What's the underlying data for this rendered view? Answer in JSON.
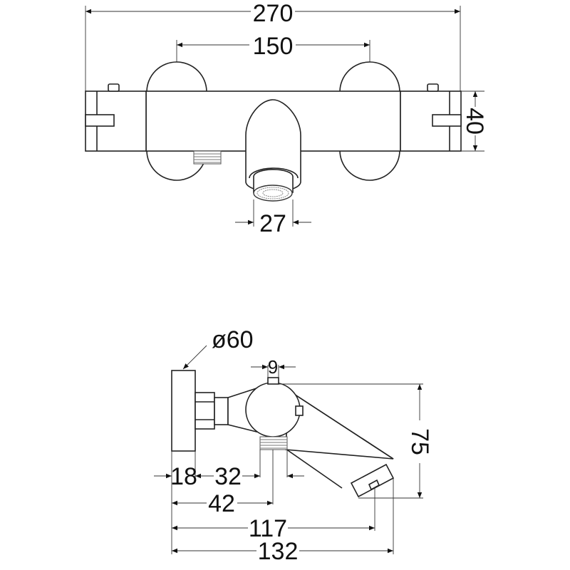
{
  "top_view": {
    "dimensions": {
      "overall_width": "270",
      "handle_spacing": "150",
      "height": "40",
      "outlet_diameter": "27"
    }
  },
  "side_view": {
    "dimensions": {
      "wall_plate_diameter": "ø60",
      "cap_width": "9",
      "height": "75",
      "plate_depth": "18",
      "neck_length": "32",
      "outlet_offset": "42",
      "spout_reach": "117",
      "overall_depth": "132"
    }
  },
  "colors": {
    "line": "#222222",
    "background": "#ffffff"
  }
}
